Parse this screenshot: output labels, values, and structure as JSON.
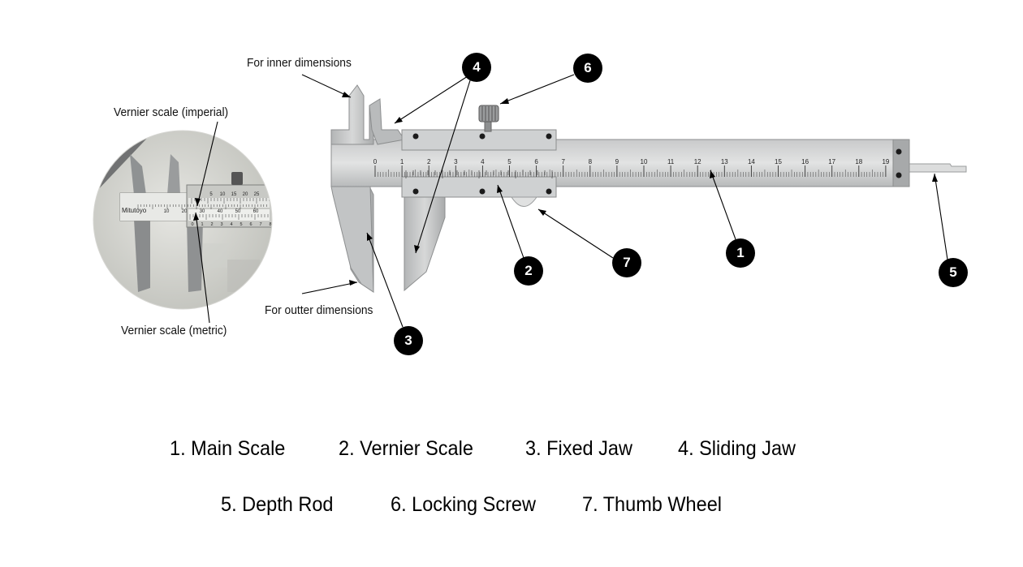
{
  "annotations": {
    "inner_dimensions": "For inner dimensions",
    "outer_dimensions": "For outter dimensions",
    "vernier_imperial": "Vernier scale (imperial)",
    "vernier_metric": "Vernier scale (metric)"
  },
  "badges": [
    "1",
    "2",
    "3",
    "4",
    "5",
    "6",
    "7"
  ],
  "legend": [
    "1. Main Scale",
    "2. Vernier Scale",
    "3. Fixed Jaw",
    "4. Sliding Jaw",
    "5. Depth Rod",
    "6. Locking Screw",
    "7. Thumb Wheel"
  ],
  "main_scale": {
    "ticks": [
      "0",
      "1",
      "2",
      "3",
      "4",
      "5",
      "6",
      "7",
      "8",
      "9",
      "10",
      "11",
      "12",
      "13",
      "14",
      "15",
      "16",
      "17",
      "18",
      "19"
    ]
  },
  "inset": {
    "brand": "Mitutoyo",
    "imperial_ticks": [
      "5",
      "10",
      "15",
      "20",
      "25"
    ],
    "metric_top_ticks": [
      "10",
      "20",
      "30",
      "40",
      "50",
      "60"
    ],
    "metric_bottom_ticks": [
      "0",
      "1",
      "2",
      "3",
      "4",
      "5",
      "6",
      "7",
      "8"
    ]
  },
  "colors": {
    "badge": "#000000",
    "steel_light": "#d8d9d9",
    "steel_mid": "#b9bbbb",
    "steel_dark": "#8e9091"
  }
}
